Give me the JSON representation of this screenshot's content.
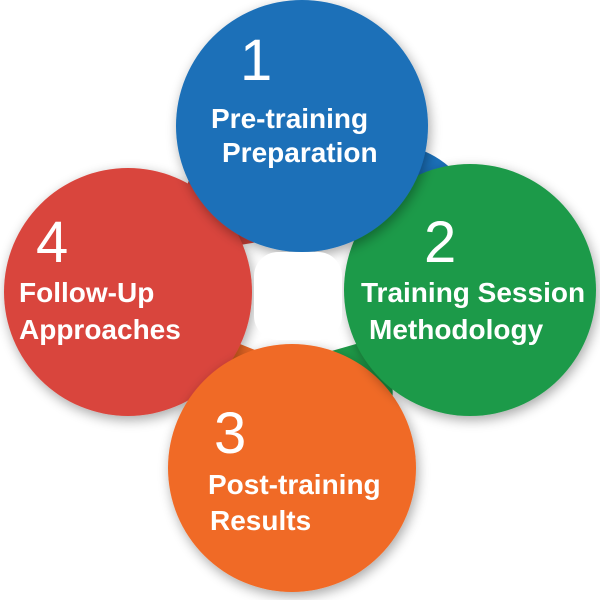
{
  "steps": [
    {
      "number": "1",
      "line1": "Pre-training",
      "line2": "Preparation",
      "color": "#1a6fb8"
    },
    {
      "number": "2",
      "line1": "Training Session",
      "line2": "Methodology",
      "color": "#1e9a48"
    },
    {
      "number": "3",
      "line1": "Post-training",
      "line2": "Results",
      "color": "#f06a25"
    },
    {
      "number": "4",
      "line1": "Follow-Up",
      "line2": "Approaches",
      "color": "#d9453c"
    }
  ]
}
